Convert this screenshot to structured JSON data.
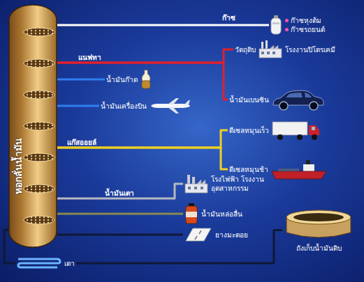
{
  "diagram": {
    "nodes": [
      {
        "text": [
          "หอกลั่นน้ำมัน"
        ]
      },
      {
        "text": [
          "ก๊าซหุงต้ม",
          "ก๊าซรถยนต์"
        ]
      },
      {
        "text": [
          "วัตถุดิบ",
          "โรงงานปิโตรเคมี"
        ]
      },
      {
        "text": [
          "น้ำมันเบนซิน"
        ]
      },
      {
        "text": [
          "น้ำมันก๊าด"
        ]
      },
      {
        "text": [
          "น้ำมันเครื่องบิน"
        ]
      },
      {
        "text": [
          "ดีเซลหมุนเร็ว"
        ]
      },
      {
        "text": [
          "ดีเซลหมุนช้า"
        ]
      },
      {
        "text": [
          "โรงไฟฟ้า โรงงานอุตสาหกรรม"
        ]
      },
      {
        "text": [
          "น้ำมันหล่อลื่น"
        ]
      },
      {
        "text": [
          "ยางมะตอย"
        ]
      },
      {
        "text": [
          "เตา"
        ]
      },
      {
        "text": [
          "ถังเก็บน้ำมันดิบ"
        ]
      }
    ],
    "edges": [
      {
        "from": 0,
        "to": 1,
        "label": "ก๊าซ",
        "arrow": "none"
      },
      {
        "from": 0,
        "to": 2,
        "label": "แนฟทา",
        "arrow": "none"
      },
      {
        "from": 0,
        "to": 3,
        "arrow": "none"
      },
      {
        "from": 0,
        "to": 4,
        "arrow": "none"
      },
      {
        "from": 0,
        "to": 5,
        "arrow": "none"
      },
      {
        "from": 0,
        "to": 6,
        "label": "แก๊สออยล์",
        "arrow": "none"
      },
      {
        "from": 0,
        "to": 7,
        "arrow": "none"
      },
      {
        "from": 0,
        "to": 8,
        "label": "น้ำมันเตา",
        "arrow": "none"
      },
      {
        "from": 0,
        "to": 9,
        "arrow": "none"
      },
      {
        "from": 0,
        "to": 10,
        "arrow": "none"
      },
      {
        "from": 11,
        "to": 0,
        "arrow": "none"
      },
      {
        "from": 12,
        "to": 11,
        "arrow": "none"
      }
    ]
  }
}
